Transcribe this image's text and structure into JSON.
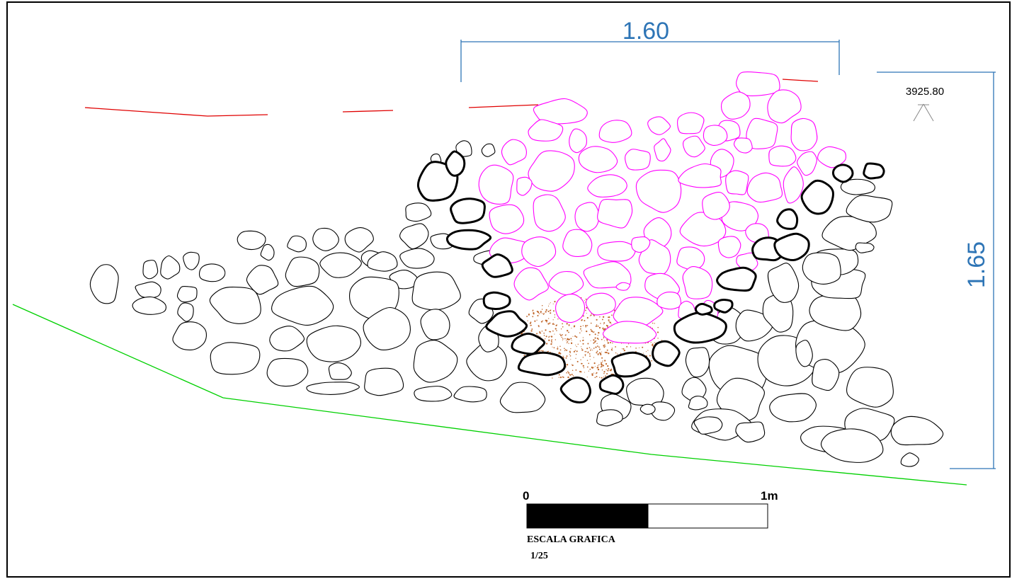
{
  "drawing": {
    "width_dimension": "1.60",
    "height_dimension": "1.65",
    "elevation": "3925.80",
    "colors": {
      "dimension": "#2e75b6",
      "red_line": "#e00000",
      "green_line": "#00d000",
      "magenta_stones": "#ff00ff",
      "fill_dots": "#c0662a"
    }
  },
  "scale_bar": {
    "start_label": "0",
    "end_label": "1m",
    "title": "ESCALA GRAFICA",
    "ratio": "1/25"
  }
}
